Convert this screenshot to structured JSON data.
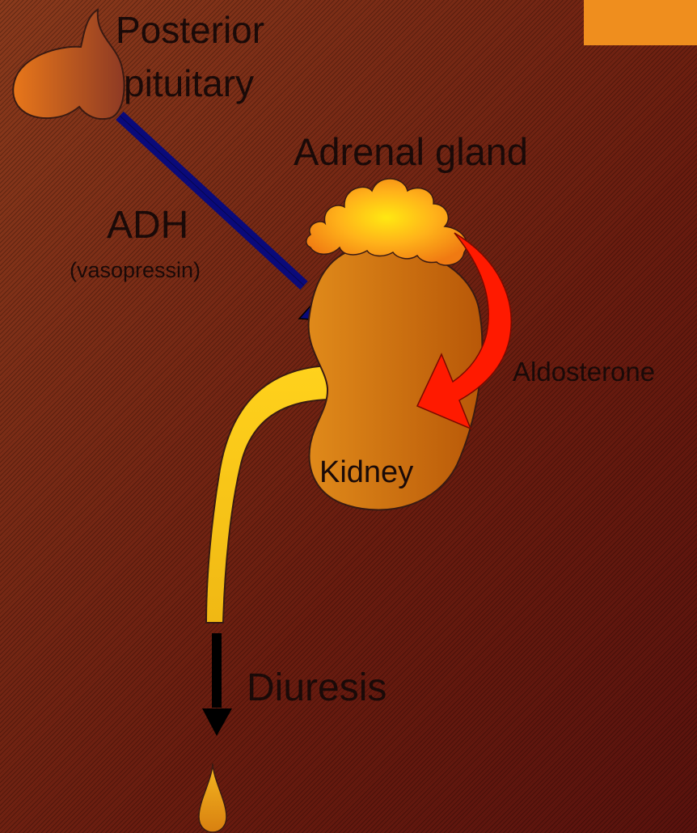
{
  "labels": {
    "posterior": "Posterior",
    "pituitary": "pituitary",
    "adrenal": "Adrenal gland",
    "adh": "ADH",
    "vasopressin": "(vasopressin)",
    "aldosterone": "Aldosterone",
    "kidney": "Kidney",
    "diuresis": "Diuresis"
  },
  "colors": {
    "background": "#6e1f10",
    "corner_box": "#ef8e1e",
    "adh_arrow": "#0a0a7a",
    "aldosterone_arrow": "#ff1a00",
    "ureter": "#f2c318",
    "kidney": "#d07810"
  },
  "icons": {
    "pituitary": "pituitary-gland-icon",
    "adrenal": "adrenal-gland-icon",
    "kidney": "kidney-icon",
    "drop": "urine-drop-icon"
  }
}
